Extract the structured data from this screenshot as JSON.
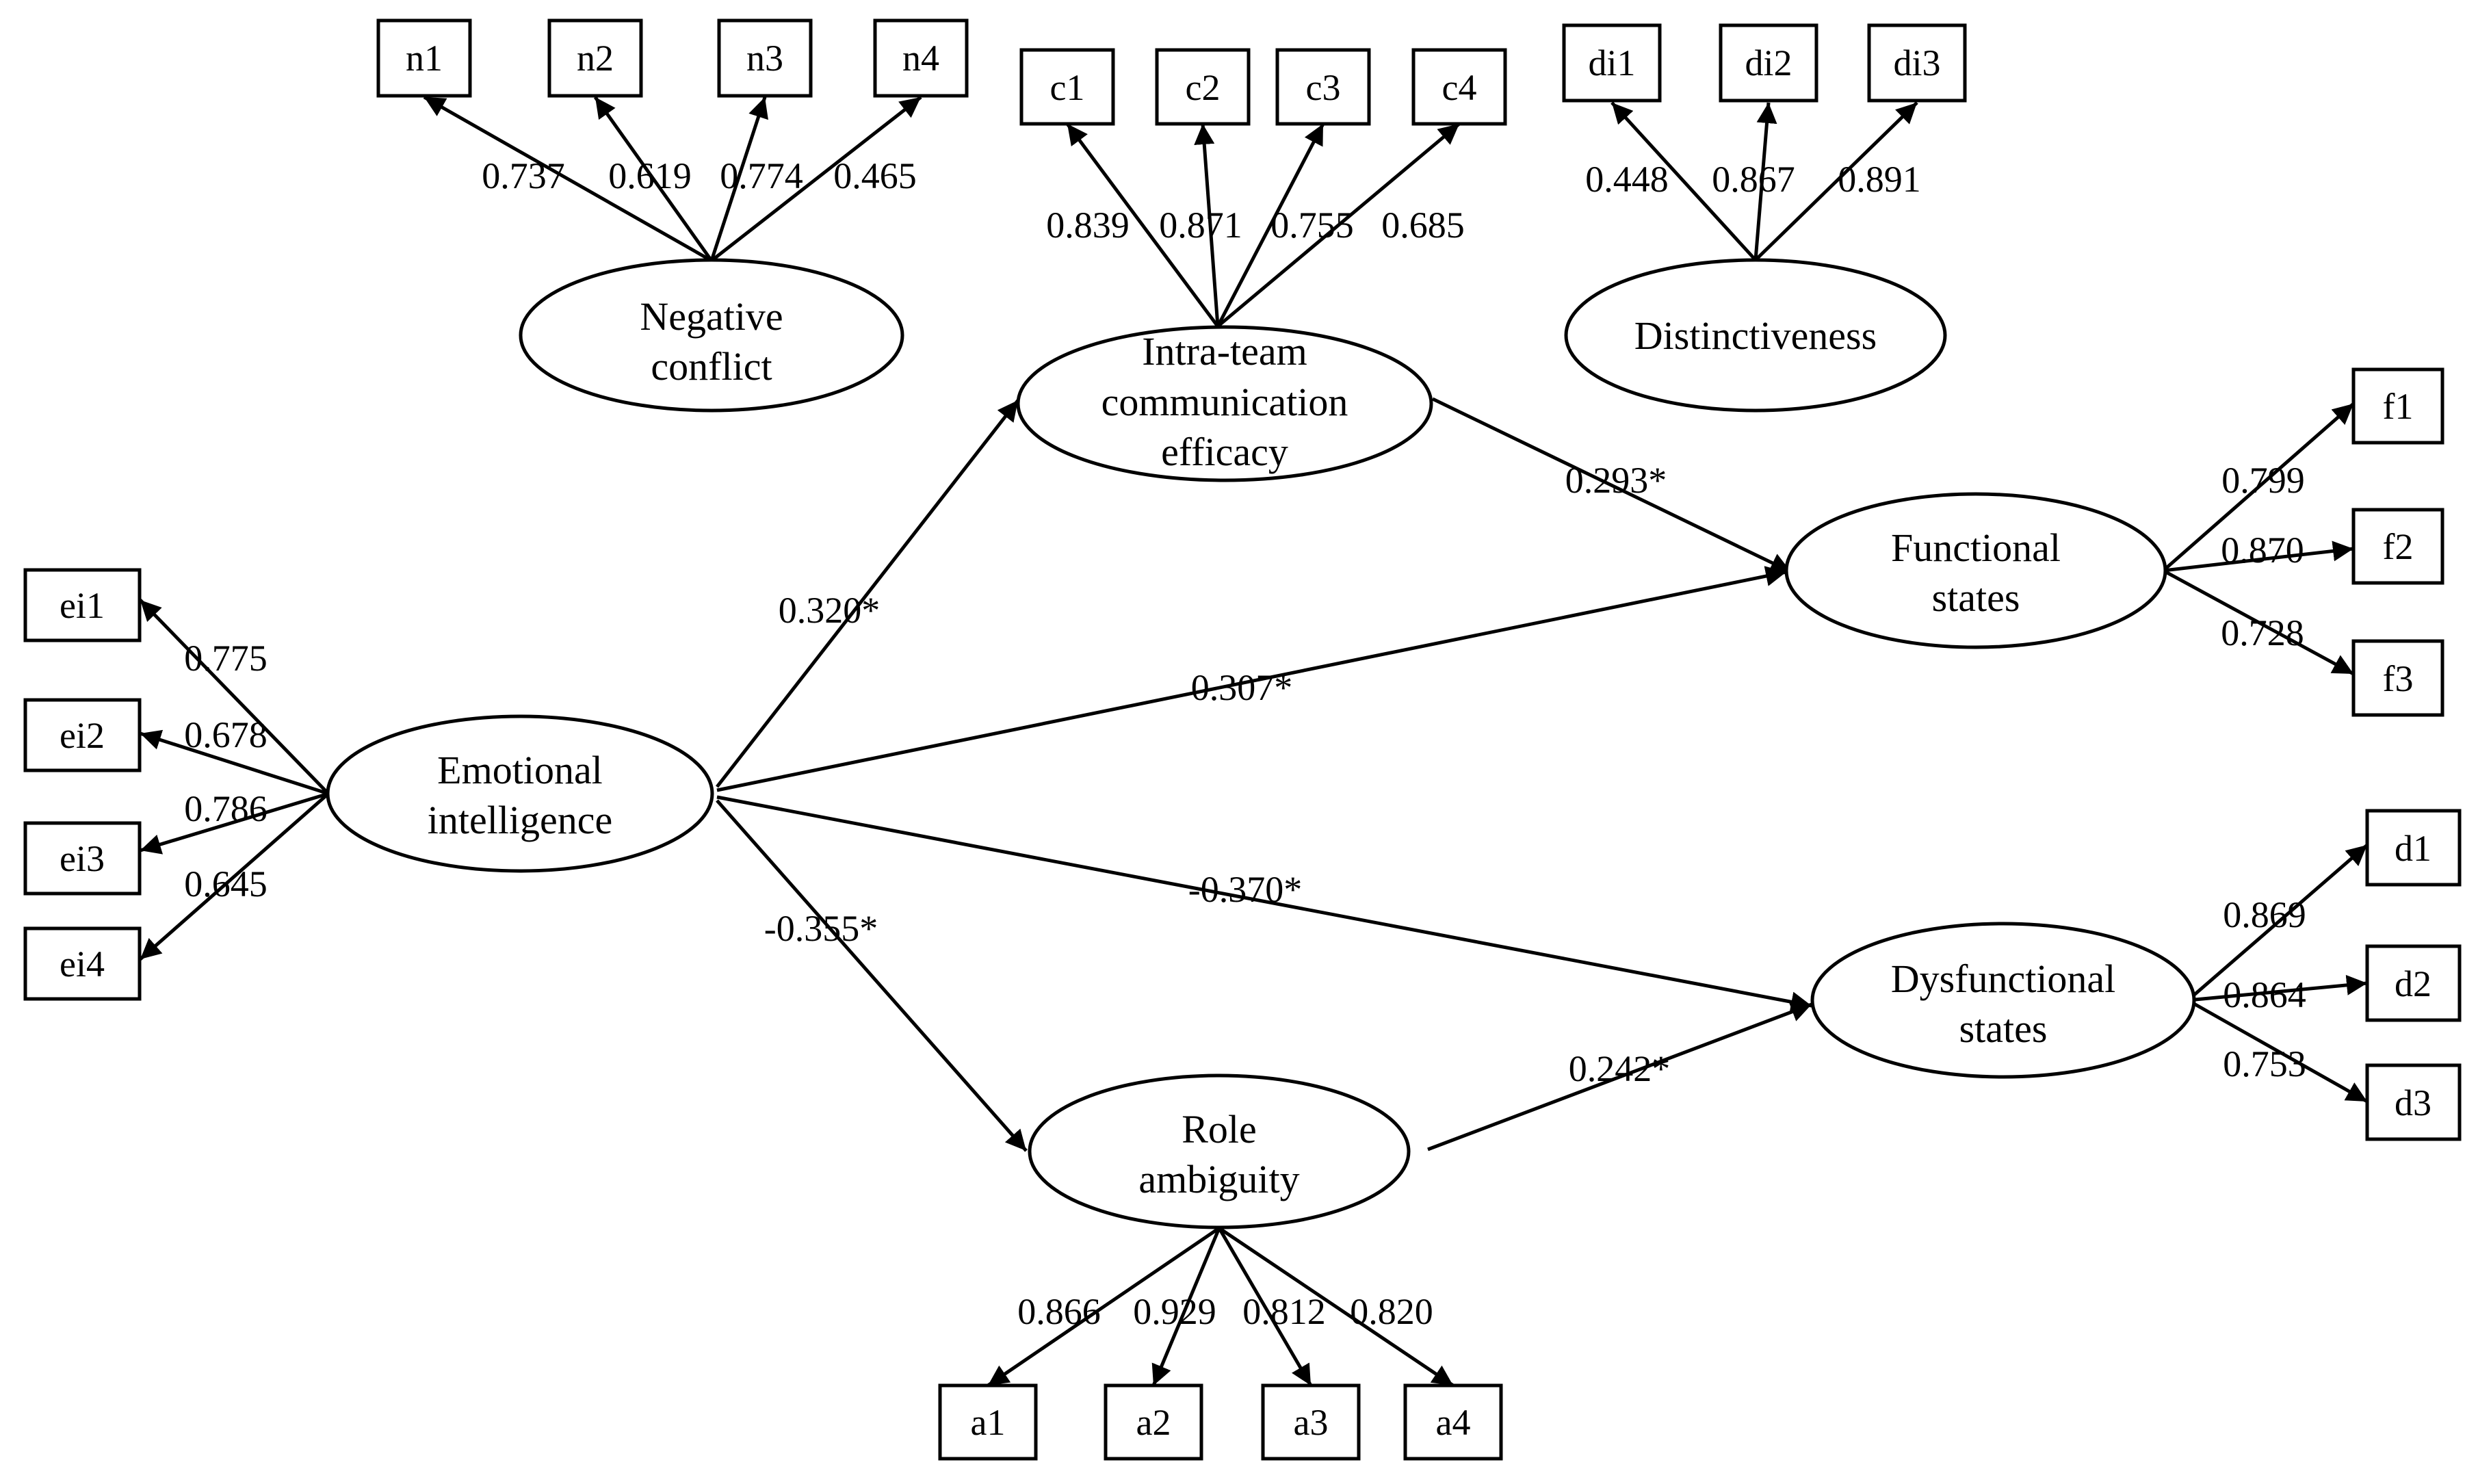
{
  "latents": {
    "negative_conflict": [
      "Negative",
      "conflict"
    ],
    "intra_team": [
      "Intra-team",
      "communication",
      "efficacy"
    ],
    "distinctiveness": [
      "Distinctiveness"
    ],
    "functional": [
      "Functional",
      "states"
    ],
    "emotional": [
      "Emotional",
      "intelligence"
    ],
    "dysfunctional": [
      "Dysfunctional",
      "states"
    ],
    "role": [
      "Role",
      "ambiguity"
    ]
  },
  "indicators": {
    "n": [
      "n1",
      "n2",
      "n3",
      "n4"
    ],
    "c": [
      "c1",
      "c2",
      "c3",
      "c4"
    ],
    "di": [
      "di1",
      "di2",
      "di3"
    ],
    "f": [
      "f1",
      "f2",
      "f3"
    ],
    "ei": [
      "ei1",
      "ei2",
      "ei3",
      "ei4"
    ],
    "d": [
      "d1",
      "d2",
      "d3"
    ],
    "a": [
      "a1",
      "a2",
      "a3",
      "a4"
    ]
  },
  "loadings": {
    "n": [
      "0.737",
      "0.619",
      "0.774",
      "0.465"
    ],
    "c": [
      "0.839",
      "0.871",
      "0.755",
      "0.685"
    ],
    "di": [
      "0.448",
      "0.867",
      "0.891"
    ],
    "f": [
      "0.799",
      "0.870",
      "0.728"
    ],
    "ei": [
      "0.775",
      "0.678",
      "0.786",
      "0.645"
    ],
    "d": [
      "0.869",
      "0.864",
      "0.753"
    ],
    "a": [
      "0.866",
      "0.929",
      "0.812",
      "0.820"
    ]
  },
  "paths": {
    "ei_to_comm": "0.320*",
    "comm_to_func": "0.293*",
    "ei_to_func": "0.307*",
    "ei_to_dys": "-0.370*",
    "ei_to_role": "-0.355*",
    "role_to_dys": "0.242*"
  }
}
